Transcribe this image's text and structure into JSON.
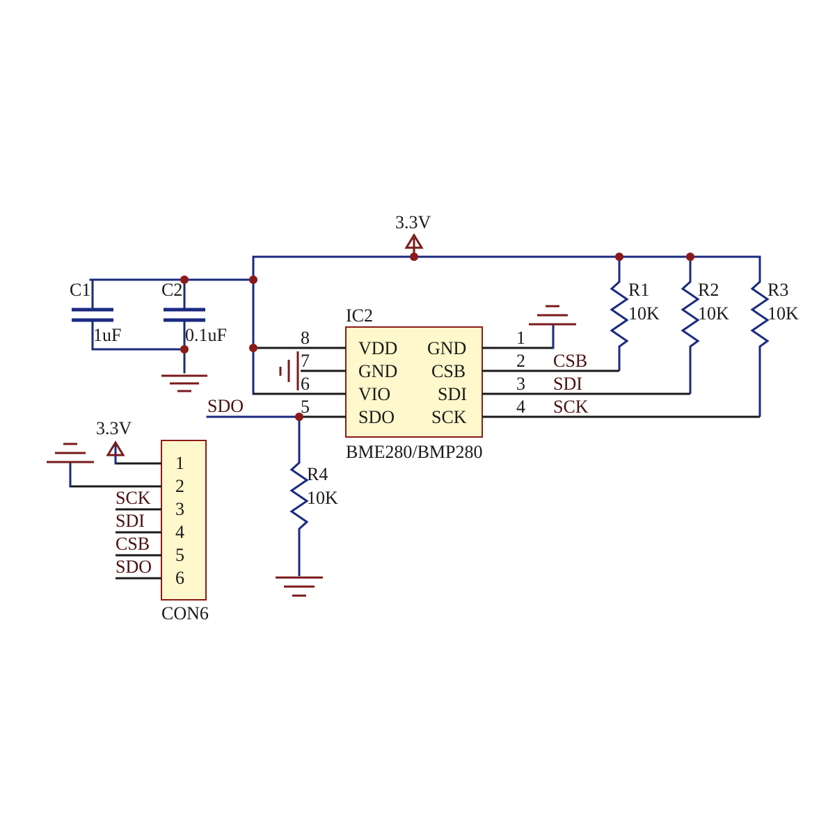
{
  "power": {
    "label_main": "3.3V",
    "label_con": "3.3V"
  },
  "ic": {
    "ref": "IC2",
    "part": "BME280/BMP280",
    "left_pins": [
      {
        "num": "8",
        "name": "VDD"
      },
      {
        "num": "7",
        "name": "GND"
      },
      {
        "num": "6",
        "name": "VIO"
      },
      {
        "num": "5",
        "name": "SDO"
      }
    ],
    "right_pins": [
      {
        "num": "1",
        "name": "GND"
      },
      {
        "num": "2",
        "name": "CSB"
      },
      {
        "num": "3",
        "name": "SDI"
      },
      {
        "num": "4",
        "name": "SCK"
      }
    ]
  },
  "capacitors": [
    {
      "ref": "C1",
      "value": "1uF"
    },
    {
      "ref": "C2",
      "value": "0.1uF"
    }
  ],
  "resistors": [
    {
      "ref": "R1",
      "value": "10K"
    },
    {
      "ref": "R2",
      "value": "10K"
    },
    {
      "ref": "R3",
      "value": "10K"
    },
    {
      "ref": "R4",
      "value": "10K"
    }
  ],
  "nets": {
    "csb": "CSB",
    "sdi": "SDI",
    "sck": "SCK",
    "sdo": "SDO"
  },
  "connector": {
    "ref": "CON6",
    "pins": [
      "1",
      "2",
      "3",
      "4",
      "5",
      "6"
    ],
    "signals": [
      "SCK",
      "SDI",
      "CSB",
      "SDO"
    ]
  }
}
